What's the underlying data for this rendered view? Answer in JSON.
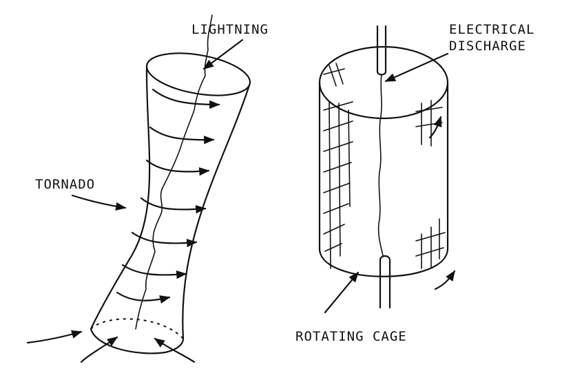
{
  "labels": {
    "lightning": "LIGHTNING",
    "electrical_line1": "ELECTRICAL",
    "electrical_line2": "DISCHARGE",
    "tornado": "TORNADO",
    "rotating_cage": "ROTATING CAGE"
  },
  "colors": {
    "ink": "#111111",
    "background": "#ffffff"
  }
}
